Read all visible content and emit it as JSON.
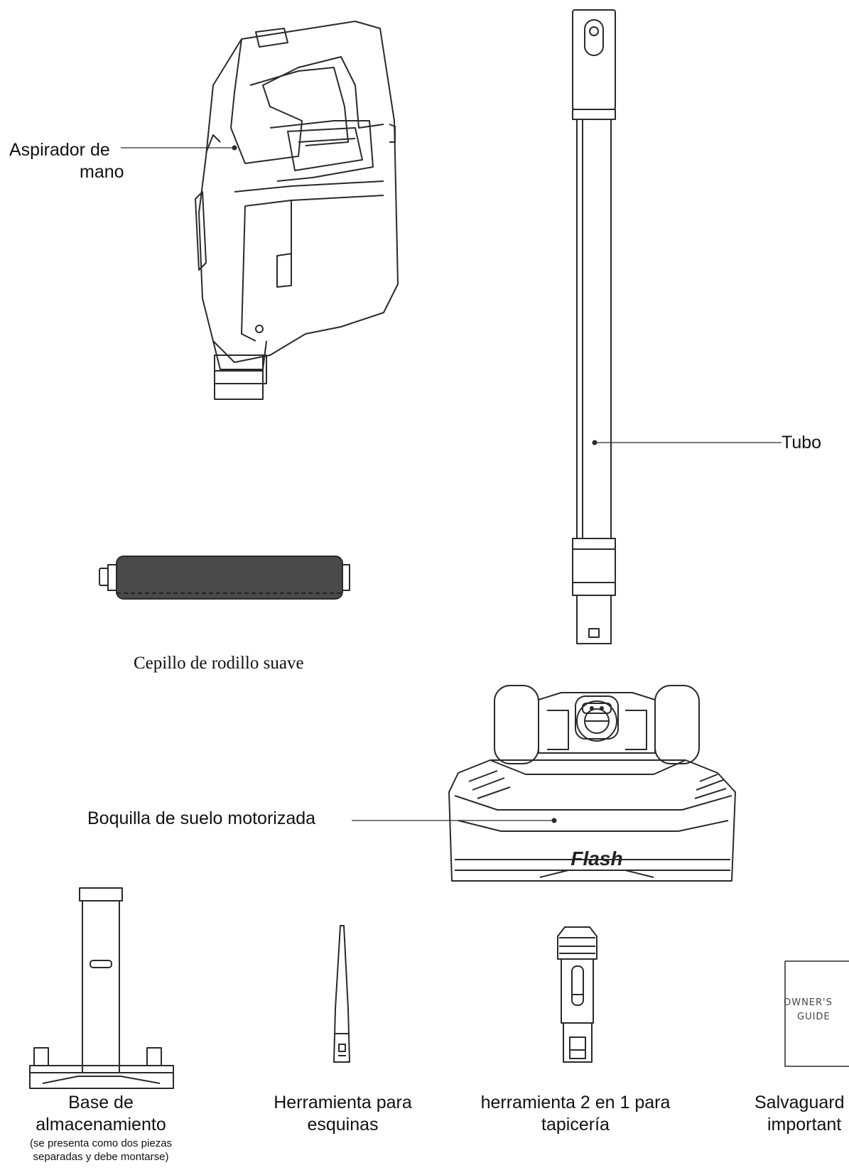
{
  "labels": {
    "handheld_line1": "Aspirador de",
    "handheld_line2": "mano",
    "wand": "Tubo",
    "roller": "Cepillo de rodillo suave",
    "nozzle": "Boquilla de suelo motorizada",
    "nozzle_brand": "Flash",
    "base_line1": "Base de",
    "base_line2": "almacenamiento",
    "base_note1": "(se presenta como dos piezas",
    "base_note2": "separadas y debe montarse)",
    "crevice_line1": "Herramienta para",
    "crevice_line2": "esquinas",
    "upholstery_line1": "herramienta 2 en 1 para",
    "upholstery_line2": "tapicería",
    "safeguards_line1": "Salvaguard",
    "safeguards_line2": "important",
    "guide_line1": "OWNER'S",
    "guide_line2": "GUIDE"
  }
}
